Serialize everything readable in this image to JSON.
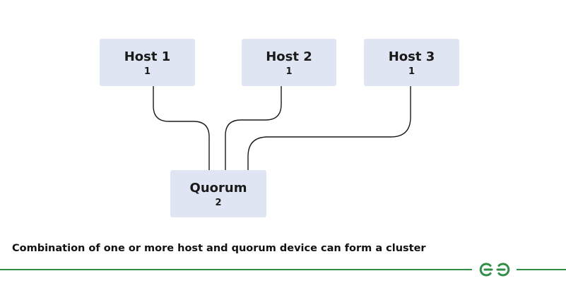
{
  "nodes": {
    "host_1": {
      "title": "Host 1",
      "value": "1"
    },
    "host_2": {
      "title": "Host 2",
      "value": "1"
    },
    "host_3": {
      "title": "Host 3",
      "value": "1"
    },
    "quorum": {
      "title": "Quorum",
      "value": "2"
    }
  },
  "edges": [
    {
      "from": "host_1",
      "to": "quorum"
    },
    {
      "from": "host_2",
      "to": "quorum"
    },
    {
      "from": "host_3",
      "to": "quorum"
    }
  ],
  "caption": "Combination of one or more host and quorum device can form a cluster",
  "colors": {
    "node_fill": "#dfe5f2",
    "line": "#1a1a1a",
    "footer_green": "#2f8d46"
  },
  "logo": {
    "name": "geeksforgeeks-logo-icon",
    "text": "GG"
  }
}
